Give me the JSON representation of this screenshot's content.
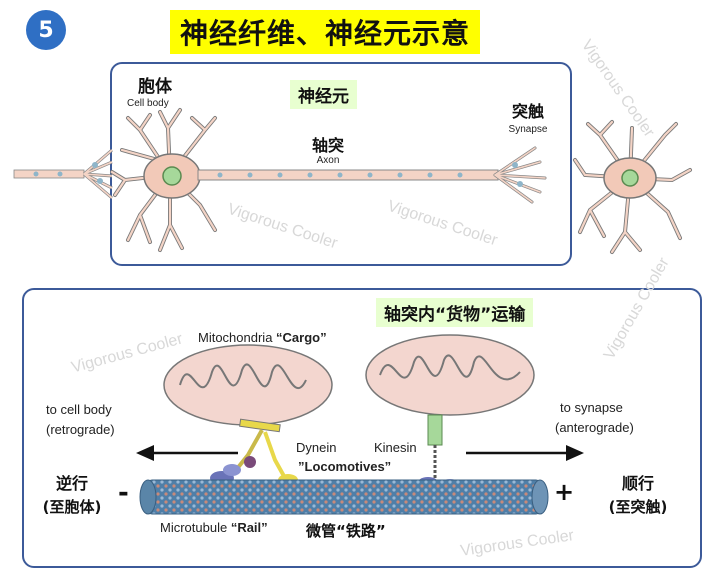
{
  "badge": "5",
  "title": "神经纤维、神经元示意",
  "neuron": {
    "label": "神经元",
    "cell_body_zh": "胞体",
    "cell_body_en": "Cell body",
    "axon_zh": "轴突",
    "axon_en": "Axon",
    "synapse_zh": "突触",
    "synapse_en": "Synapse"
  },
  "transport": {
    "label": "轴突内“货物”运输",
    "cargo_prefix": "Mitochondria ",
    "cargo_word": "“Cargo”",
    "to_cell_body": "to cell body",
    "retrograde": "(retrograde)",
    "to_synapse": "to synapse",
    "anterograde": "(anterograde)",
    "dynein": "Dynein",
    "kinesin": "Kinesin",
    "locomotives": "”Locomotives”",
    "retro_zh": "逆行",
    "retro_zh2": "(至胞体)",
    "antero_zh": "顺行",
    "antero_zh2": "(至突触)",
    "minus": "-",
    "plus": "+",
    "microtubule_prefix": "Microtubule ",
    "rail_word": "“Rail”",
    "rail_zh": "微管“铁路”"
  },
  "watermark": "Vigorous Cooler",
  "colors": {
    "badge": "#2f6fc4",
    "title_bg": "#ffff00",
    "panel_border": "#3c5a99",
    "label_bg": "#e8ffd0",
    "soma": "#f2c9b8",
    "microtubule": "#4f7fa8"
  }
}
